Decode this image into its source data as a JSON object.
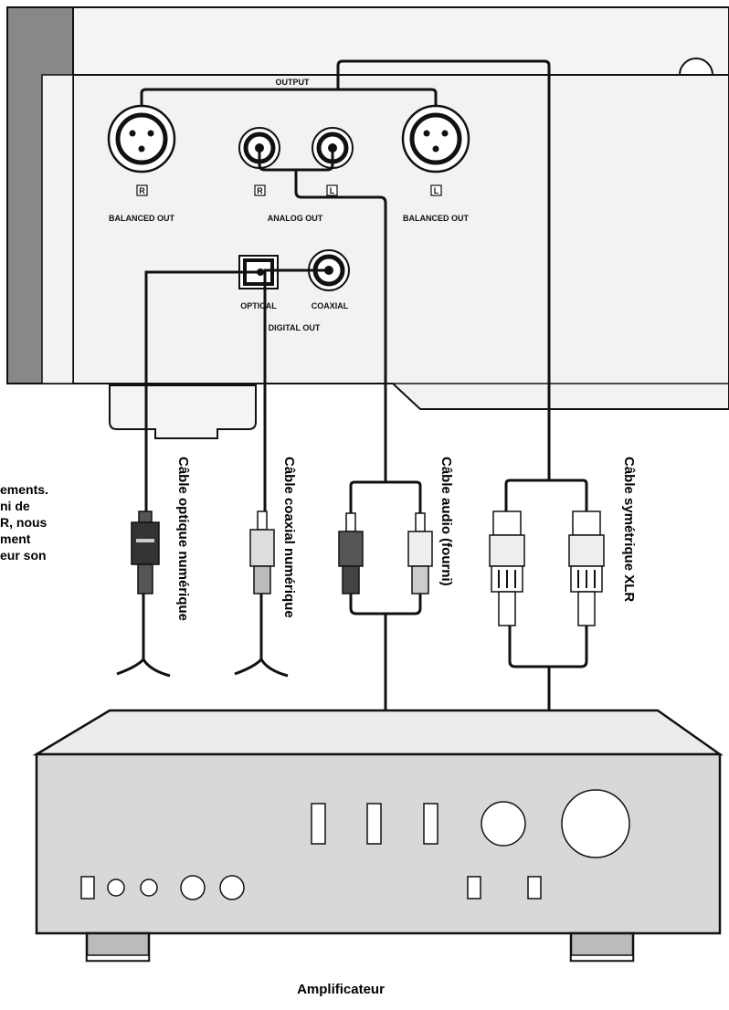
{
  "note_fragments": [
    "ements.",
    "ni de",
    "R, nous",
    "ment",
    "eur son"
  ],
  "source_panel": {
    "output_title": "OUTPUT",
    "balanced_out_label": "BALANCED OUT",
    "analog_out_label": "ANALOG OUT",
    "optical_label": "OPTICAL",
    "coaxial_label": "COAXIAL",
    "digital_out_label": "DIGITAL OUT",
    "right_marker": "R",
    "left_marker": "L"
  },
  "cables": {
    "optical": "Câble optique numérique",
    "coaxial": "Câble coaxial numérique",
    "audio": "Câble audio (fourni)",
    "balanced": "Câble symétrique XLR"
  },
  "amplifier_label": "Amplificateur",
  "colors": {
    "panel_fill": "#f2f2f2",
    "side_bar": "#888888",
    "amp_face": "#d8d8d8",
    "amp_top": "#ececec"
  }
}
